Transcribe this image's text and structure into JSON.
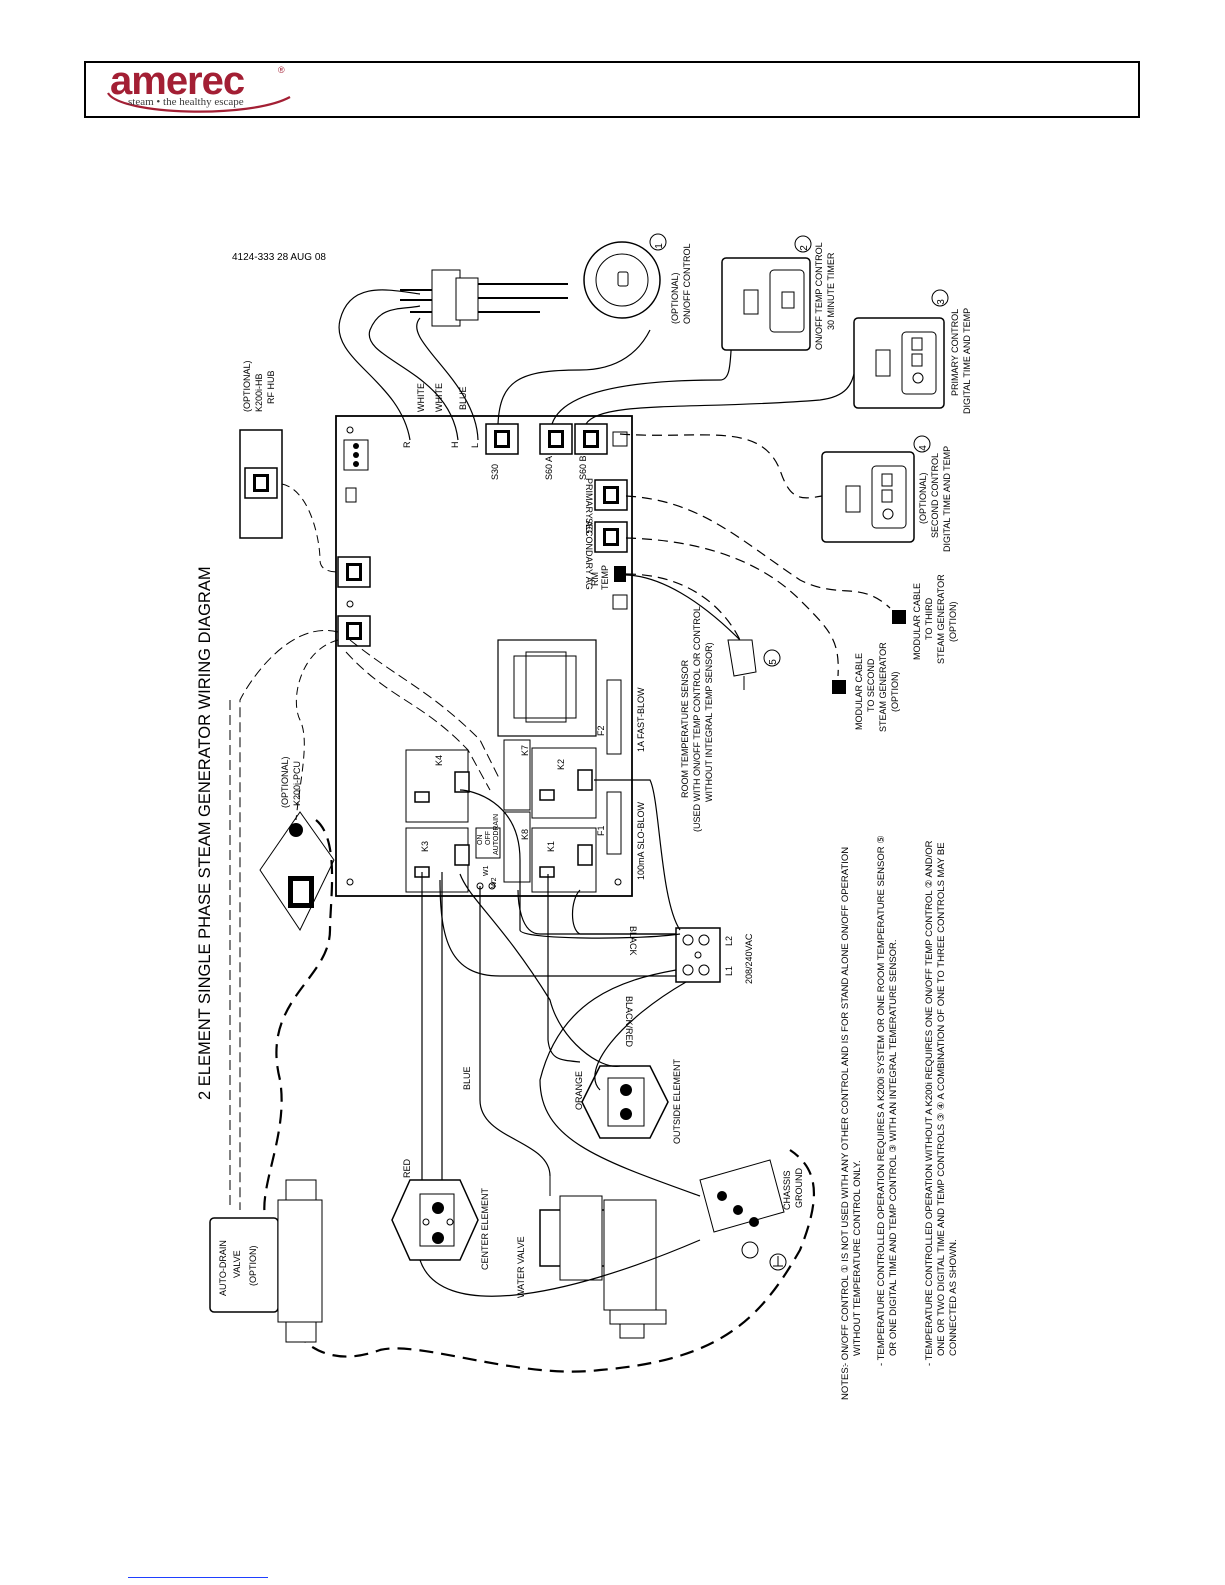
{
  "header": {
    "brand": "amerec",
    "registered": "®",
    "tagline": "steam • the healthy escape"
  },
  "diagram": {
    "title": "2 ELEMENT SINGLE PHASE STEAM GENERATOR WIRING DIAGRAM",
    "doc_ref": "4124-333   28 AUG 08",
    "board": {
      "terminals": [
        "R",
        "H",
        "L"
      ],
      "jacks": [
        "S30",
        "S60 A",
        "S60 B",
        "PRIMARY AG",
        "SECONDARY AG"
      ],
      "rm_temp": [
        "RM",
        "TEMP"
      ],
      "relays": [
        "K1",
        "K2",
        "K3",
        "K4",
        "K7",
        "K8"
      ],
      "fuses": [
        "F1",
        "F2"
      ],
      "fuse_ratings": [
        "1A FAST-BLOW",
        "100mA SLO-BLOW"
      ],
      "jumpers": [
        "W1",
        "W2"
      ],
      "jumper_labels": [
        "ON",
        "OFF",
        "AUTODRAIN"
      ]
    },
    "wires": {
      "white1": "WHITE",
      "white2": "WHITE",
      "blue_top": "BLUE",
      "black": "BLACK",
      "black_red": "BLACK/RED",
      "blue_bottom": "BLUE",
      "orange": "ORANGE",
      "red": "RED"
    },
    "power": {
      "l1": "L1",
      "l2": "L2",
      "voltage": "208/240VAC"
    },
    "components": {
      "rf_hub": [
        "(OPTIONAL)",
        "K200i-HB",
        "RF HUB"
      ],
      "pcu": [
        "(OPTIONAL)",
        "K200i-PCU"
      ],
      "control1": [
        "(OPTIONAL)",
        "ON/OFF CONTROL"
      ],
      "control2": [
        "ON/OFF TEMP CONTROL",
        "30 MINUTE TIMER"
      ],
      "control3": [
        "PRIMARY CONTROL",
        "DIGITAL TIME AND TEMP"
      ],
      "control4": [
        "(OPTIONAL)",
        "SECOND CONTROL",
        "DIGITAL TIME AND TEMP"
      ],
      "sensor": [
        "ROOM TEMPERATURE SENSOR",
        "(USED WITH ON/OFF TEMP CONTROL OR CONTROL",
        "WITHOUT INTEGRAL TEMP SENSOR)"
      ],
      "cable2": [
        "MODULAR CABLE",
        "TO SECOND",
        "STEAM GENERATOR",
        "(OPTION)"
      ],
      "cable3": [
        "MODULAR CABLE",
        "TO THIRD",
        "STEAM GENERATOR",
        "(OPTION)"
      ],
      "auto_drain": [
        "AUTO-DRAIN",
        "VALVE",
        "(OPTION)"
      ],
      "center_element": "CENTER ELEMENT",
      "outside_element": "OUTSIDE ELEMENT",
      "water_valve": "WATER VALVE",
      "chassis_ground": [
        "CHASSIS",
        "GROUND"
      ]
    },
    "markers": [
      "1",
      "2",
      "3",
      "4",
      "5"
    ],
    "notes": {
      "heading": "NOTES:",
      "n1": [
        "- ON/OFF CONTROL ① IS NOT USED WITH ANY OTHER CONTROL AND IS FOR STAND ALONE ON/OFF OPERATION",
        "WITHOUT TEMPERATURE CONTROL ONLY."
      ],
      "n2": [
        "- TEMPERATURE CONTROLLED OPERATION REQUIRES A K200i SYSTEM OR ONE ROOM TEMPERATURE SENSOR ⑤",
        "OR ONE DIGITAL TIME AND TEMP CONTROL ③ WITH AN INTEGRAL TEMERATURE SENSOR."
      ],
      "n3": [
        "- TEMPERATURE CONTROLLED OPERATION WITHOUT A K200i REQUIRES ONE ON/OFF TEMP CONTROL ② AND/OR",
        "ONE OR TWO DIGITAL TIME AND TEMP CONTROLS ③ ④ A COMBINATION OF ONE TO THREE CONTROLS MAY BE",
        "CONNECTED AS SHOWN."
      ]
    }
  }
}
